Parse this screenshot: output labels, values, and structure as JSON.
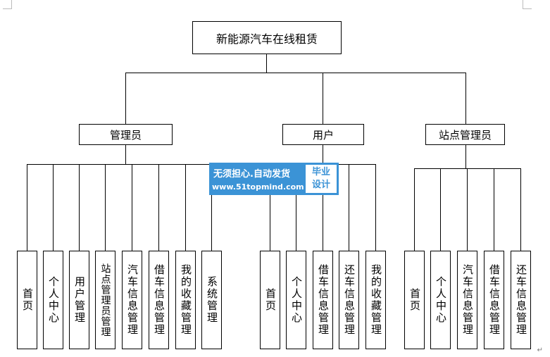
{
  "root": {
    "title": "新能源汽车在线租赁"
  },
  "groups": [
    {
      "label": "管理员",
      "children": [
        "首页",
        "个人中心",
        "用户管理",
        "站点管理员管理",
        "汽车信息管理",
        "借车信息管理",
        "我的收藏管理",
        "系统管理"
      ]
    },
    {
      "label": "用户",
      "children": [
        "首页",
        "个人中心",
        "借车信息管理",
        "还车信息管理",
        "我的收藏管理"
      ]
    },
    {
      "label": "站点管理员",
      "children": [
        "首页",
        "个人中心",
        "汽车信息管理",
        "借车信息管理",
        "还车信息管理"
      ]
    }
  ],
  "watermark": {
    "line1": "无须担心.自动发货",
    "line2": "www.51topmind.com",
    "badge1": "毕业",
    "badge2": "设计"
  },
  "page": {
    "para_mark": "↵"
  }
}
